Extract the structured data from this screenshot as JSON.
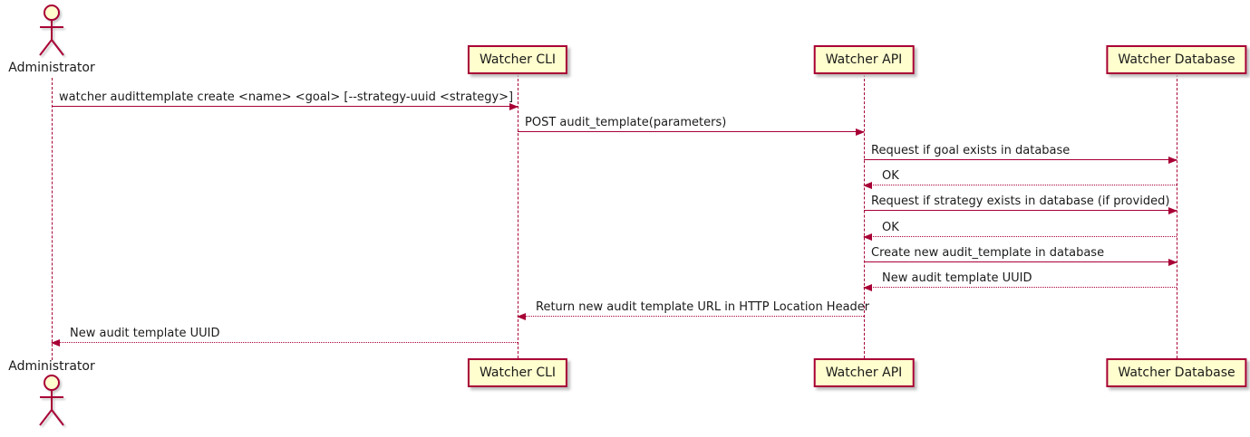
{
  "diagram": {
    "type": "sequence-diagram",
    "colors": {
      "participant_fill": "#FEFECE",
      "participant_border": "#A80036",
      "line_color": "#A80036",
      "text_color": "#1b1b1b",
      "background": "#ffffff"
    },
    "actor": {
      "label": "Administrator"
    },
    "participants": [
      {
        "label": "Watcher CLI"
      },
      {
        "label": "Watcher API"
      },
      {
        "label": "Watcher Database"
      }
    ],
    "messages": [
      {
        "from": "Administrator",
        "to": "Watcher CLI",
        "style": "solid",
        "direction": "right",
        "label": "watcher audittemplate create <name> <goal> [--strategy-uuid <strategy>]"
      },
      {
        "from": "Watcher CLI",
        "to": "Watcher API",
        "style": "solid",
        "direction": "right",
        "label": "POST audit_template(parameters)"
      },
      {
        "from": "Watcher API",
        "to": "Watcher Database",
        "style": "solid",
        "direction": "right",
        "label": "Request if goal exists in database"
      },
      {
        "from": "Watcher Database",
        "to": "Watcher API",
        "style": "dotted",
        "direction": "left",
        "label": "OK"
      },
      {
        "from": "Watcher API",
        "to": "Watcher Database",
        "style": "solid",
        "direction": "right",
        "label": "Request if strategy exists in database (if provided)"
      },
      {
        "from": "Watcher Database",
        "to": "Watcher API",
        "style": "dotted",
        "direction": "left",
        "label": "OK"
      },
      {
        "from": "Watcher API",
        "to": "Watcher Database",
        "style": "solid",
        "direction": "right",
        "label": "Create new audit_template in database"
      },
      {
        "from": "Watcher Database",
        "to": "Watcher API",
        "style": "dotted",
        "direction": "left",
        "label": "New audit template UUID"
      },
      {
        "from": "Watcher API",
        "to": "Watcher CLI",
        "style": "dotted",
        "direction": "left",
        "label": "Return new audit template URL in HTTP Location Header"
      },
      {
        "from": "Watcher CLI",
        "to": "Administrator",
        "style": "dotted",
        "direction": "left",
        "label": "New audit template UUID"
      }
    ]
  }
}
